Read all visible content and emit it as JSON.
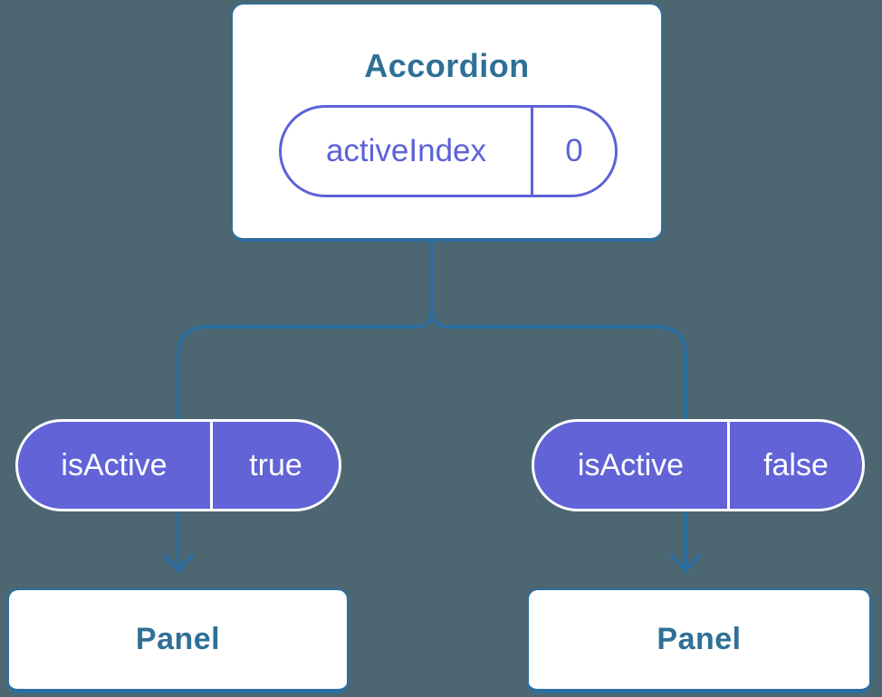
{
  "theme": {
    "canvas-bg": "#4C6771",
    "line-blue": "#2D6EA0",
    "heading-blue": "#2F7096",
    "indigo": "#5C62D8",
    "pill-purple": "#6163D7",
    "card-white": "#FFFFFF",
    "pill-text-white": "#FFFFFF"
  },
  "tree": {
    "root": {
      "title": "Accordion",
      "state": {
        "name": "activeIndex",
        "value": "0"
      }
    },
    "children": [
      {
        "prop": {
          "name": "isActive",
          "value": "true"
        },
        "component": {
          "title": "Panel"
        }
      },
      {
        "prop": {
          "name": "isActive",
          "value": "false"
        },
        "component": {
          "title": "Panel"
        }
      }
    ]
  }
}
